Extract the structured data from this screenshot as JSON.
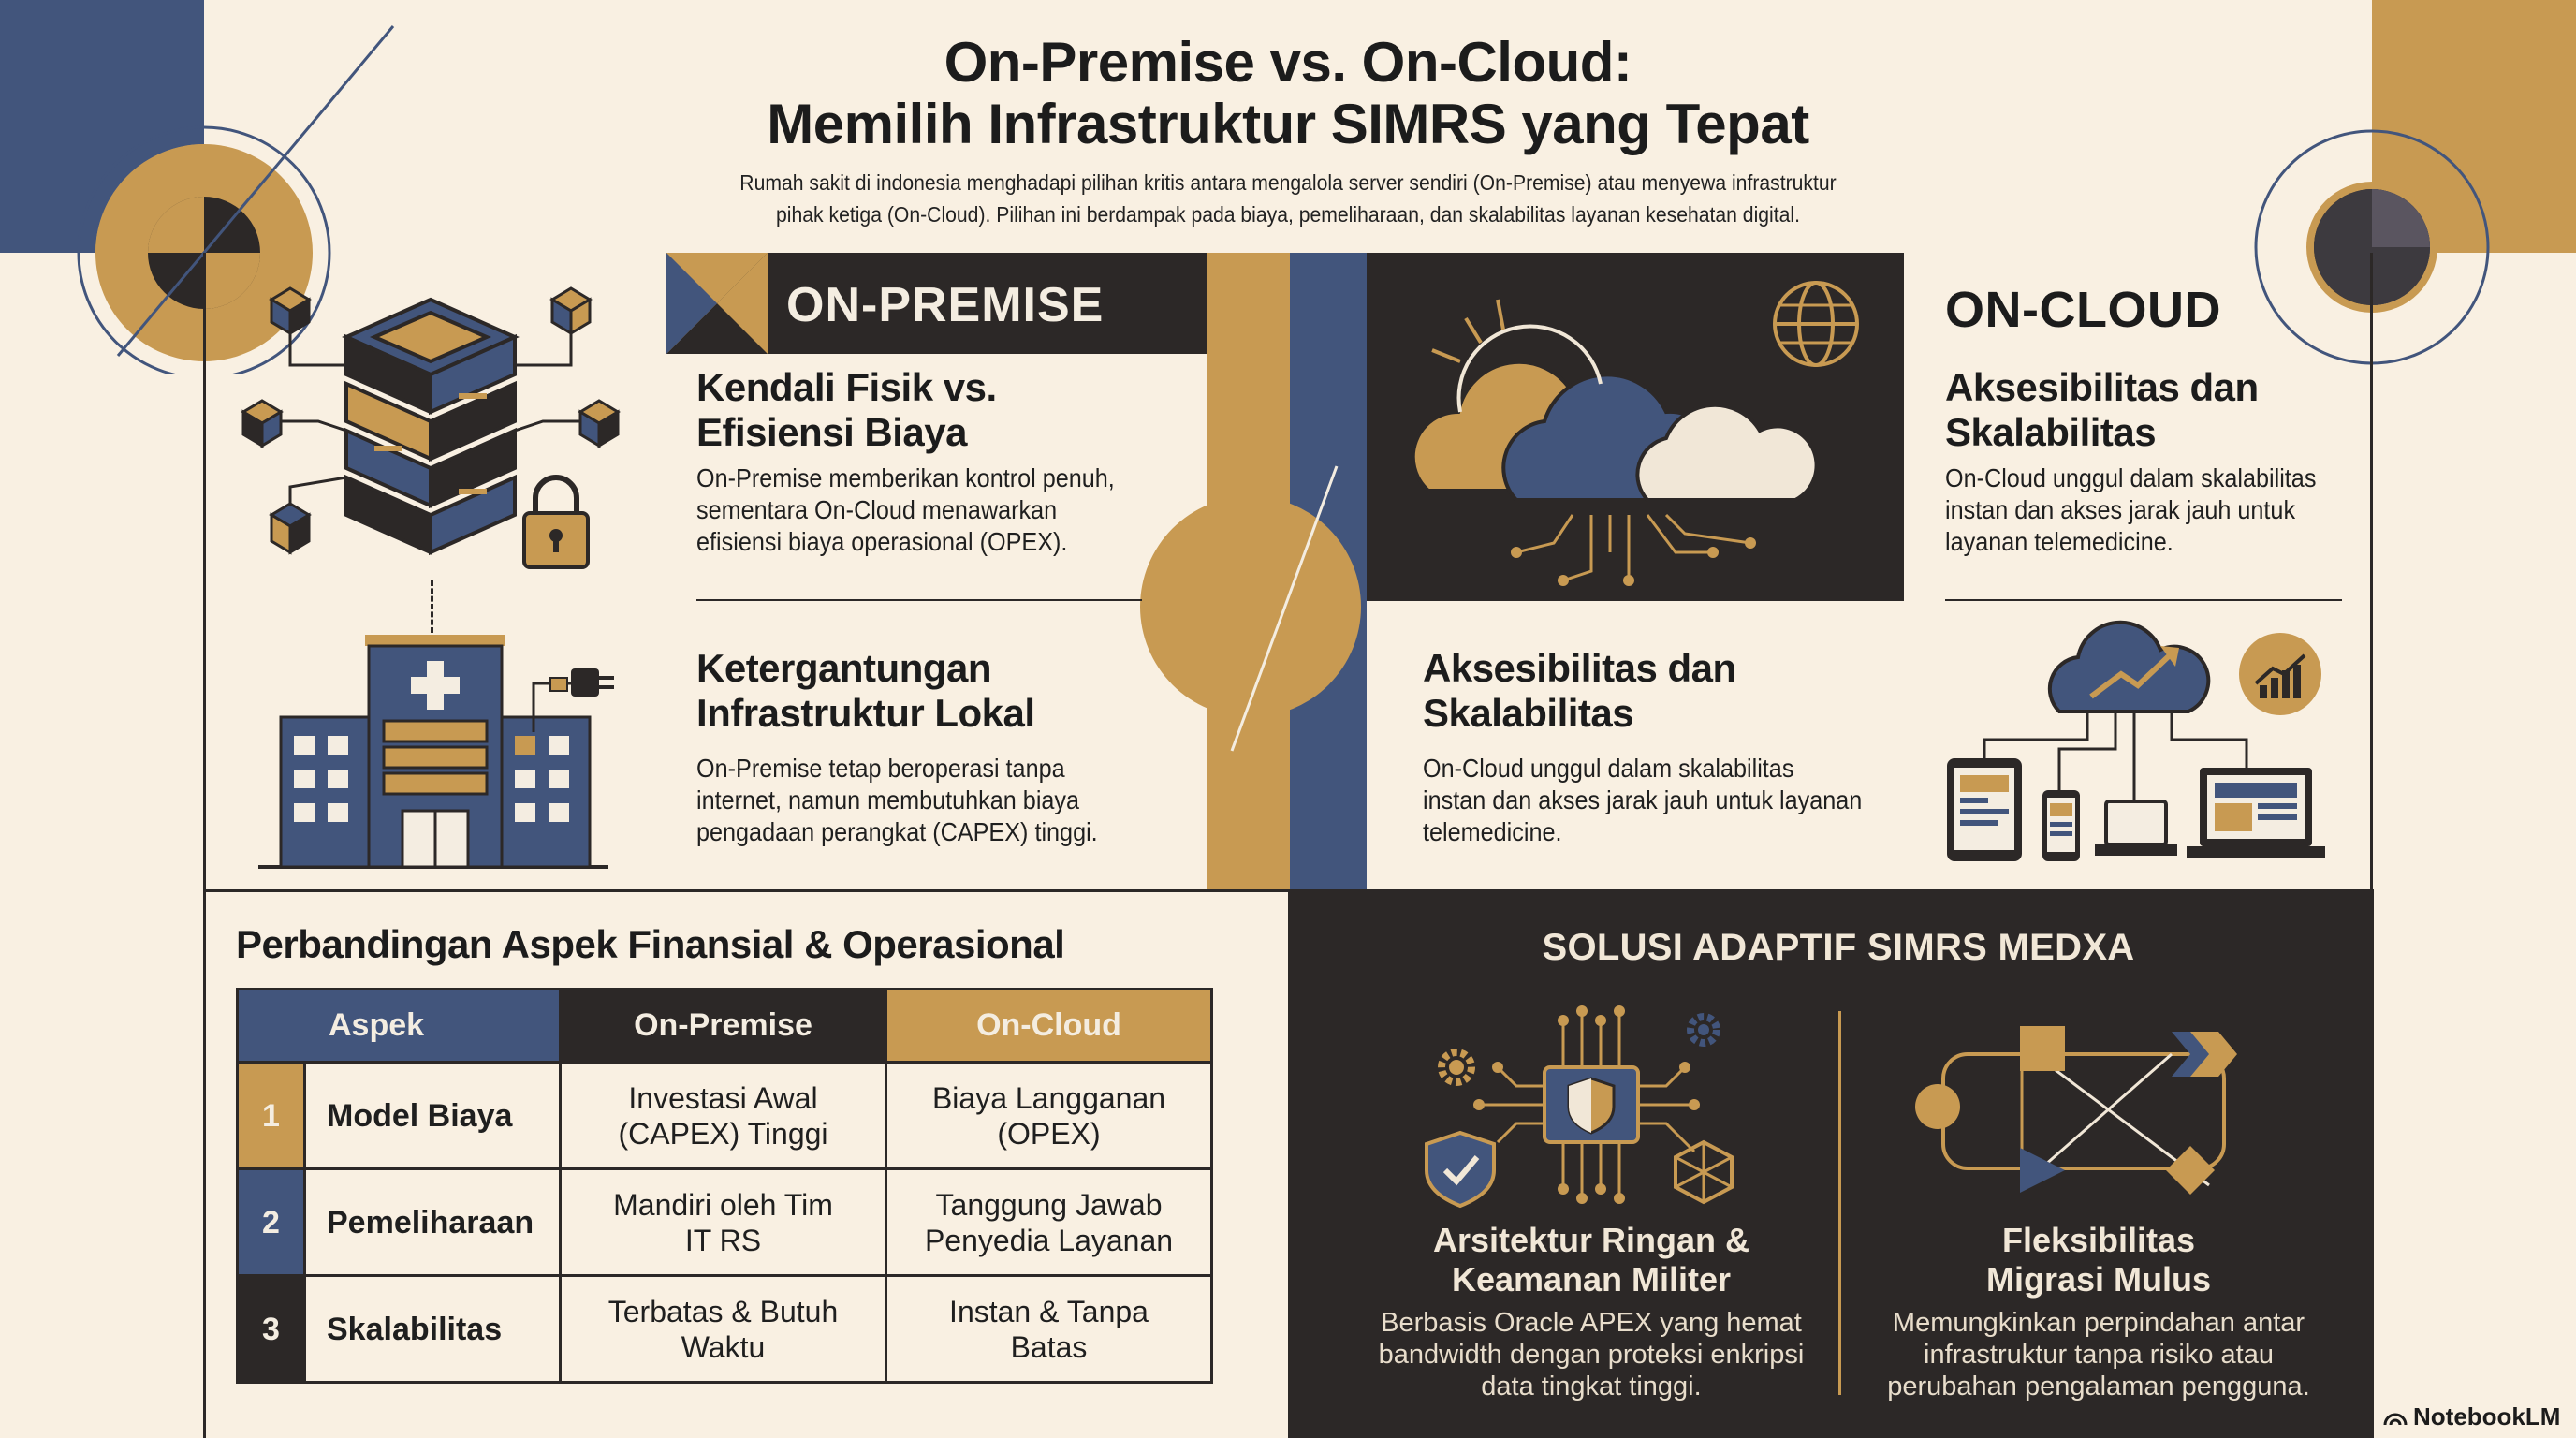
{
  "header": {
    "title_line1": "On-Premise vs. On-Cloud:",
    "title_line2": "Memilih Infrastruktur SIMRS yang Tepat",
    "description_line1": "Rumah sakit di indonesia menghadapi pilihan kritis antara mengalola server sendiri (On-Premise) atau menyewa infrastruktur",
    "description_line2": "pihak ketiga (On-Cloud). Pilihan ini berdampak pada biaya, pemeliharaan, dan skalabilitas layanan kesehatan digital."
  },
  "on_premise": {
    "label": "ON-PREMISE",
    "section1": {
      "title_line1": "Kendali Fisik vs.",
      "title_line2": "Efisiensi Biaya",
      "body_line1": "On-Premise memberikan kontrol penuh,",
      "body_line2": "sementara On-Cloud menawarkan",
      "body_line3": "efisiensi biaya operasional (OPEX)."
    },
    "section2": {
      "title_line1": "Ketergantungan",
      "title_line2": "Infrastruktur Lokal",
      "body_line1": "On-Premise tetap beroperasi tanpa",
      "body_line2": "internet, namun membutuhkan biaya",
      "body_line3": "pengadaan perangkat (CAPEX) tinggi."
    }
  },
  "on_cloud": {
    "label": "ON-CLOUD",
    "section1": {
      "title_line1": "Aksesibilitas dan",
      "title_line2": "Skalabilitas",
      "body_line1": "On-Cloud unggul dalam skalabilitas",
      "body_line2": "instan dan akses jarak jauh untuk",
      "body_line3": "layanan telemedicine."
    },
    "section2": {
      "title_line1": "Aksesibilitas dan",
      "title_line2": "Skalabilitas",
      "body_line1": "On-Cloud unggul dalam skalabilitas",
      "body_line2": "instan dan akses jarak jauh untuk layanan",
      "body_line3": "telemedicine."
    }
  },
  "comparison": {
    "title": "Perbandingan Aspek Finansial & Operasional",
    "headers": {
      "aspect": "Aspek",
      "on_premise": "On-Premise",
      "on_cloud": "On-Cloud"
    },
    "rows": [
      {
        "num": "1",
        "aspect": "Model Biaya",
        "on_premise_l1": "Investasi Awal",
        "on_premise_l2": "(CAPEX) Tinggi",
        "on_cloud_l1": "Biaya Langganan",
        "on_cloud_l2": "(OPEX)"
      },
      {
        "num": "2",
        "aspect": "Pemeliharaan",
        "on_premise_l1": "Mandiri oleh Tim",
        "on_premise_l2": "IT RS",
        "on_cloud_l1": "Tanggung Jawab",
        "on_cloud_l2": "Penyedia Layanan"
      },
      {
        "num": "3",
        "aspect": "Skalabilitas",
        "on_premise_l1": "Terbatas & Butuh",
        "on_premise_l2": "Waktu",
        "on_cloud_l1": "Instan & Tanpa",
        "on_cloud_l2": "Batas"
      }
    ]
  },
  "solution": {
    "title": "SOLUSI ADAPTIF SIMRS MEDXA",
    "left": {
      "title_line1": "Arsitektur Ringan &",
      "title_line2": "Keamanan Militer",
      "body_line1": "Berbasis Oracle APEX yang hemat",
      "body_line2": "bandwidth dengan proteksi enkripsi",
      "body_line3": "data tingkat tinggi."
    },
    "right": {
      "title_line1": "Fleksibilitas",
      "title_line2": "Migrasi Mulus",
      "body_line1": "Memungkinkan perpindahan antar",
      "body_line2": "infrastruktur tanpa risiko atau",
      "body_line3": "perubahan pengalaman pengguna."
    }
  },
  "watermark": {
    "text": "NotebookLM"
  },
  "colors": {
    "navy": "#42557c",
    "gold": "#c89a52",
    "dark": "#2c2827",
    "cream": "#f9f0e2"
  }
}
